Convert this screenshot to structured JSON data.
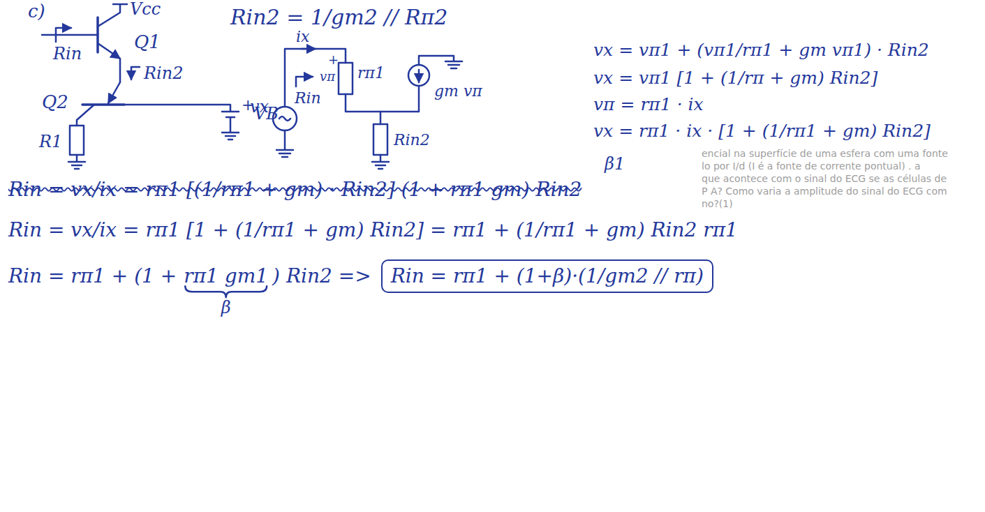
{
  "diagram": {
    "nodes": [
      {
        "text": [
          "Rin = rπ1 + (1+β)·(1/gm2 // rπ)"
        ]
      }
    ],
    "labels": [
      "c)",
      "Vcc",
      "Rin2 = 1/gm2 // Rπ2",
      "Q1",
      "Rin",
      "Rin2",
      "Q2",
      "+",
      "VB",
      "R1",
      "ix",
      "+",
      "vπ",
      "rπ1",
      "gm vπ",
      "vx",
      "Rin",
      "Rin2",
      "vx = vπ1 + (vπ1/rπ1 + gm vπ1) · Rin2",
      "vx = vπ1 [1 + (1/rπ + gm) Rin2]",
      "vπ = rπ1 · ix",
      "vx = rπ1 · ix · [1 + (1/rπ1 + gm) Rin2]",
      "β1",
      "Rin = vx/ix = rπ1 [(1/rπ1 + gm) · Rin2] (1 + rπ1 gm) Rin2",
      "Rin = vx/ix = rπ1 [1 + (1/rπ1 + gm) Rin2] = rπ1 + (1/rπ1 + gm) Rin2 rπ1",
      "Rin = rπ1 + (1 +",
      "rπ1 gm1",
      ") Rin2 =>",
      "β",
      "encial na superfície de uma esfera com uma fonte",
      "lo por I/d (I é a fonte de corrente pontual) . a",
      "que acontece com o sinal do ECG se as células de",
      "P A? Como varia a amplitude do sinal do ECG com",
      "no?(1)"
    ]
  }
}
